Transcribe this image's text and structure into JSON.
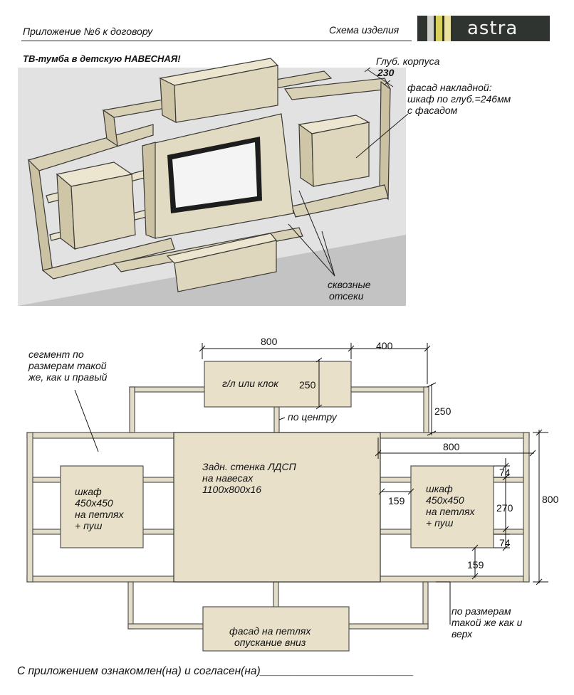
{
  "header": {
    "left": "Приложение №6  к договору",
    "right": "Схема изделия",
    "logo": "astra"
  },
  "title": "ТВ-тумба в детскую НАВЕСНАЯ!",
  "render": {
    "depth_label": "Глуб. корпуса",
    "depth_value": "230",
    "facade_note": [
      "фасад накладной:",
      "шкаф по глуб.=246мм",
      "с фасадом"
    ],
    "through_note": [
      "сквозные",
      "отсеки"
    ]
  },
  "plan": {
    "segment_note": [
      "сегмент по",
      "размерам такой",
      "же, как и правый"
    ],
    "top_box": "г/л или клок",
    "center_note": "по центру",
    "back_panel": [
      "Задн. стенка ЛДСП",
      "на навесах",
      "1100х800х16"
    ],
    "left_cabinet": [
      "шкаф",
      "450х450",
      "на петлях",
      "+ пуш"
    ],
    "right_cabinet": [
      "шкаф",
      "450х450",
      "на петлях",
      "+ пуш"
    ],
    "bottom_box": [
      "фасад на петлях",
      "опускание вниз"
    ],
    "bottom_note": [
      "по размерам",
      "такой же как и",
      "верх"
    ],
    "dims": {
      "top_width": "800",
      "top_extra": "400",
      "top_box_h": "250",
      "top_seg_h": "250",
      "right_width": "800",
      "total_height": "800",
      "cab_offset_left": "159",
      "cab_offset_bottom": "159",
      "gap_top": "74",
      "gap_mid": "270",
      "gap_bot": "74"
    }
  },
  "footer": "С приложением ознакомлен(на) и согласен(на)_________________________"
}
